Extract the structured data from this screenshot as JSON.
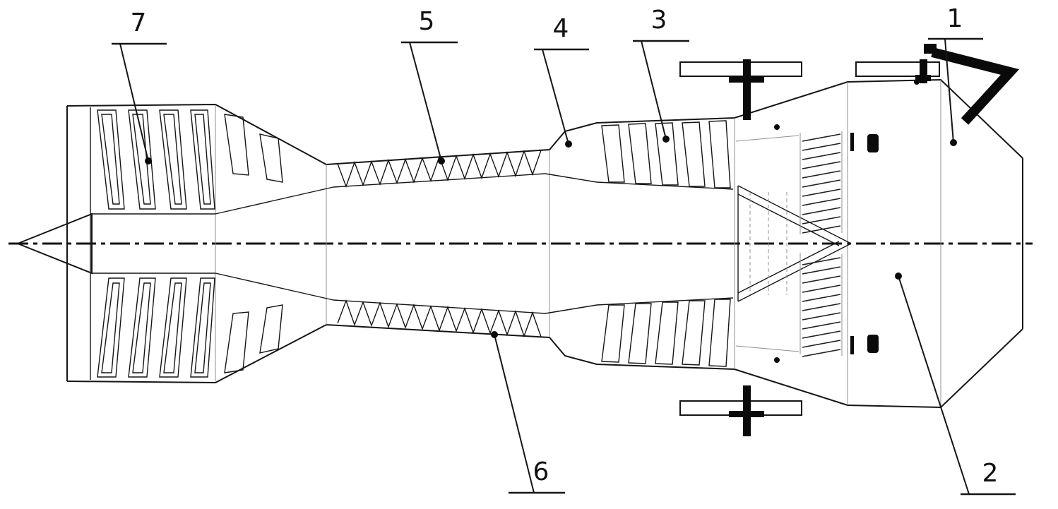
{
  "figure": {
    "background_color": "#ffffff",
    "line_color": "#111111",
    "callouts": [
      {
        "number": "1"
      },
      {
        "number": "2"
      },
      {
        "number": "3"
      },
      {
        "number": "4"
      },
      {
        "number": "5"
      },
      {
        "number": "6"
      },
      {
        "number": "7"
      }
    ]
  }
}
